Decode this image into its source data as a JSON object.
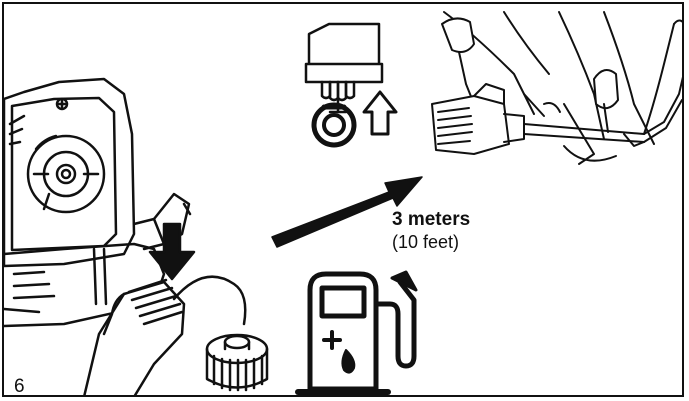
{
  "distance": {
    "meters": "3 meters",
    "feet": "(10 feet)"
  },
  "figure_number": "6",
  "icons": {
    "choke": "hand-pull-choke-icon",
    "fuel": "fuel-pump-icon",
    "arrow": "move-away-arrow-icon"
  },
  "colors": {
    "ink": "#111111",
    "paper": "#ffffff"
  }
}
